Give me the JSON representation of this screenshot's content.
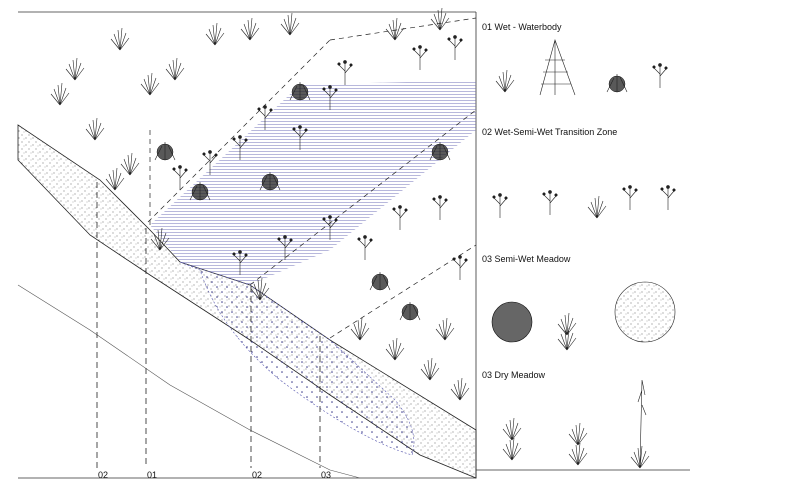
{
  "legend": {
    "zones": [
      {
        "label": "01 Wet - Waterbody"
      },
      {
        "label": "02 Wet-Semi-Wet Transition Zone"
      },
      {
        "label": "03 Semi-Wet Meadow"
      },
      {
        "label": "03 Dry Meadow"
      }
    ]
  },
  "section_markers": [
    "02",
    "01",
    "02",
    "03"
  ],
  "colors": {
    "line": "#222222",
    "water": "#6f6fb8",
    "soil_dots": "#3a3a8a",
    "frame": "#333333"
  }
}
